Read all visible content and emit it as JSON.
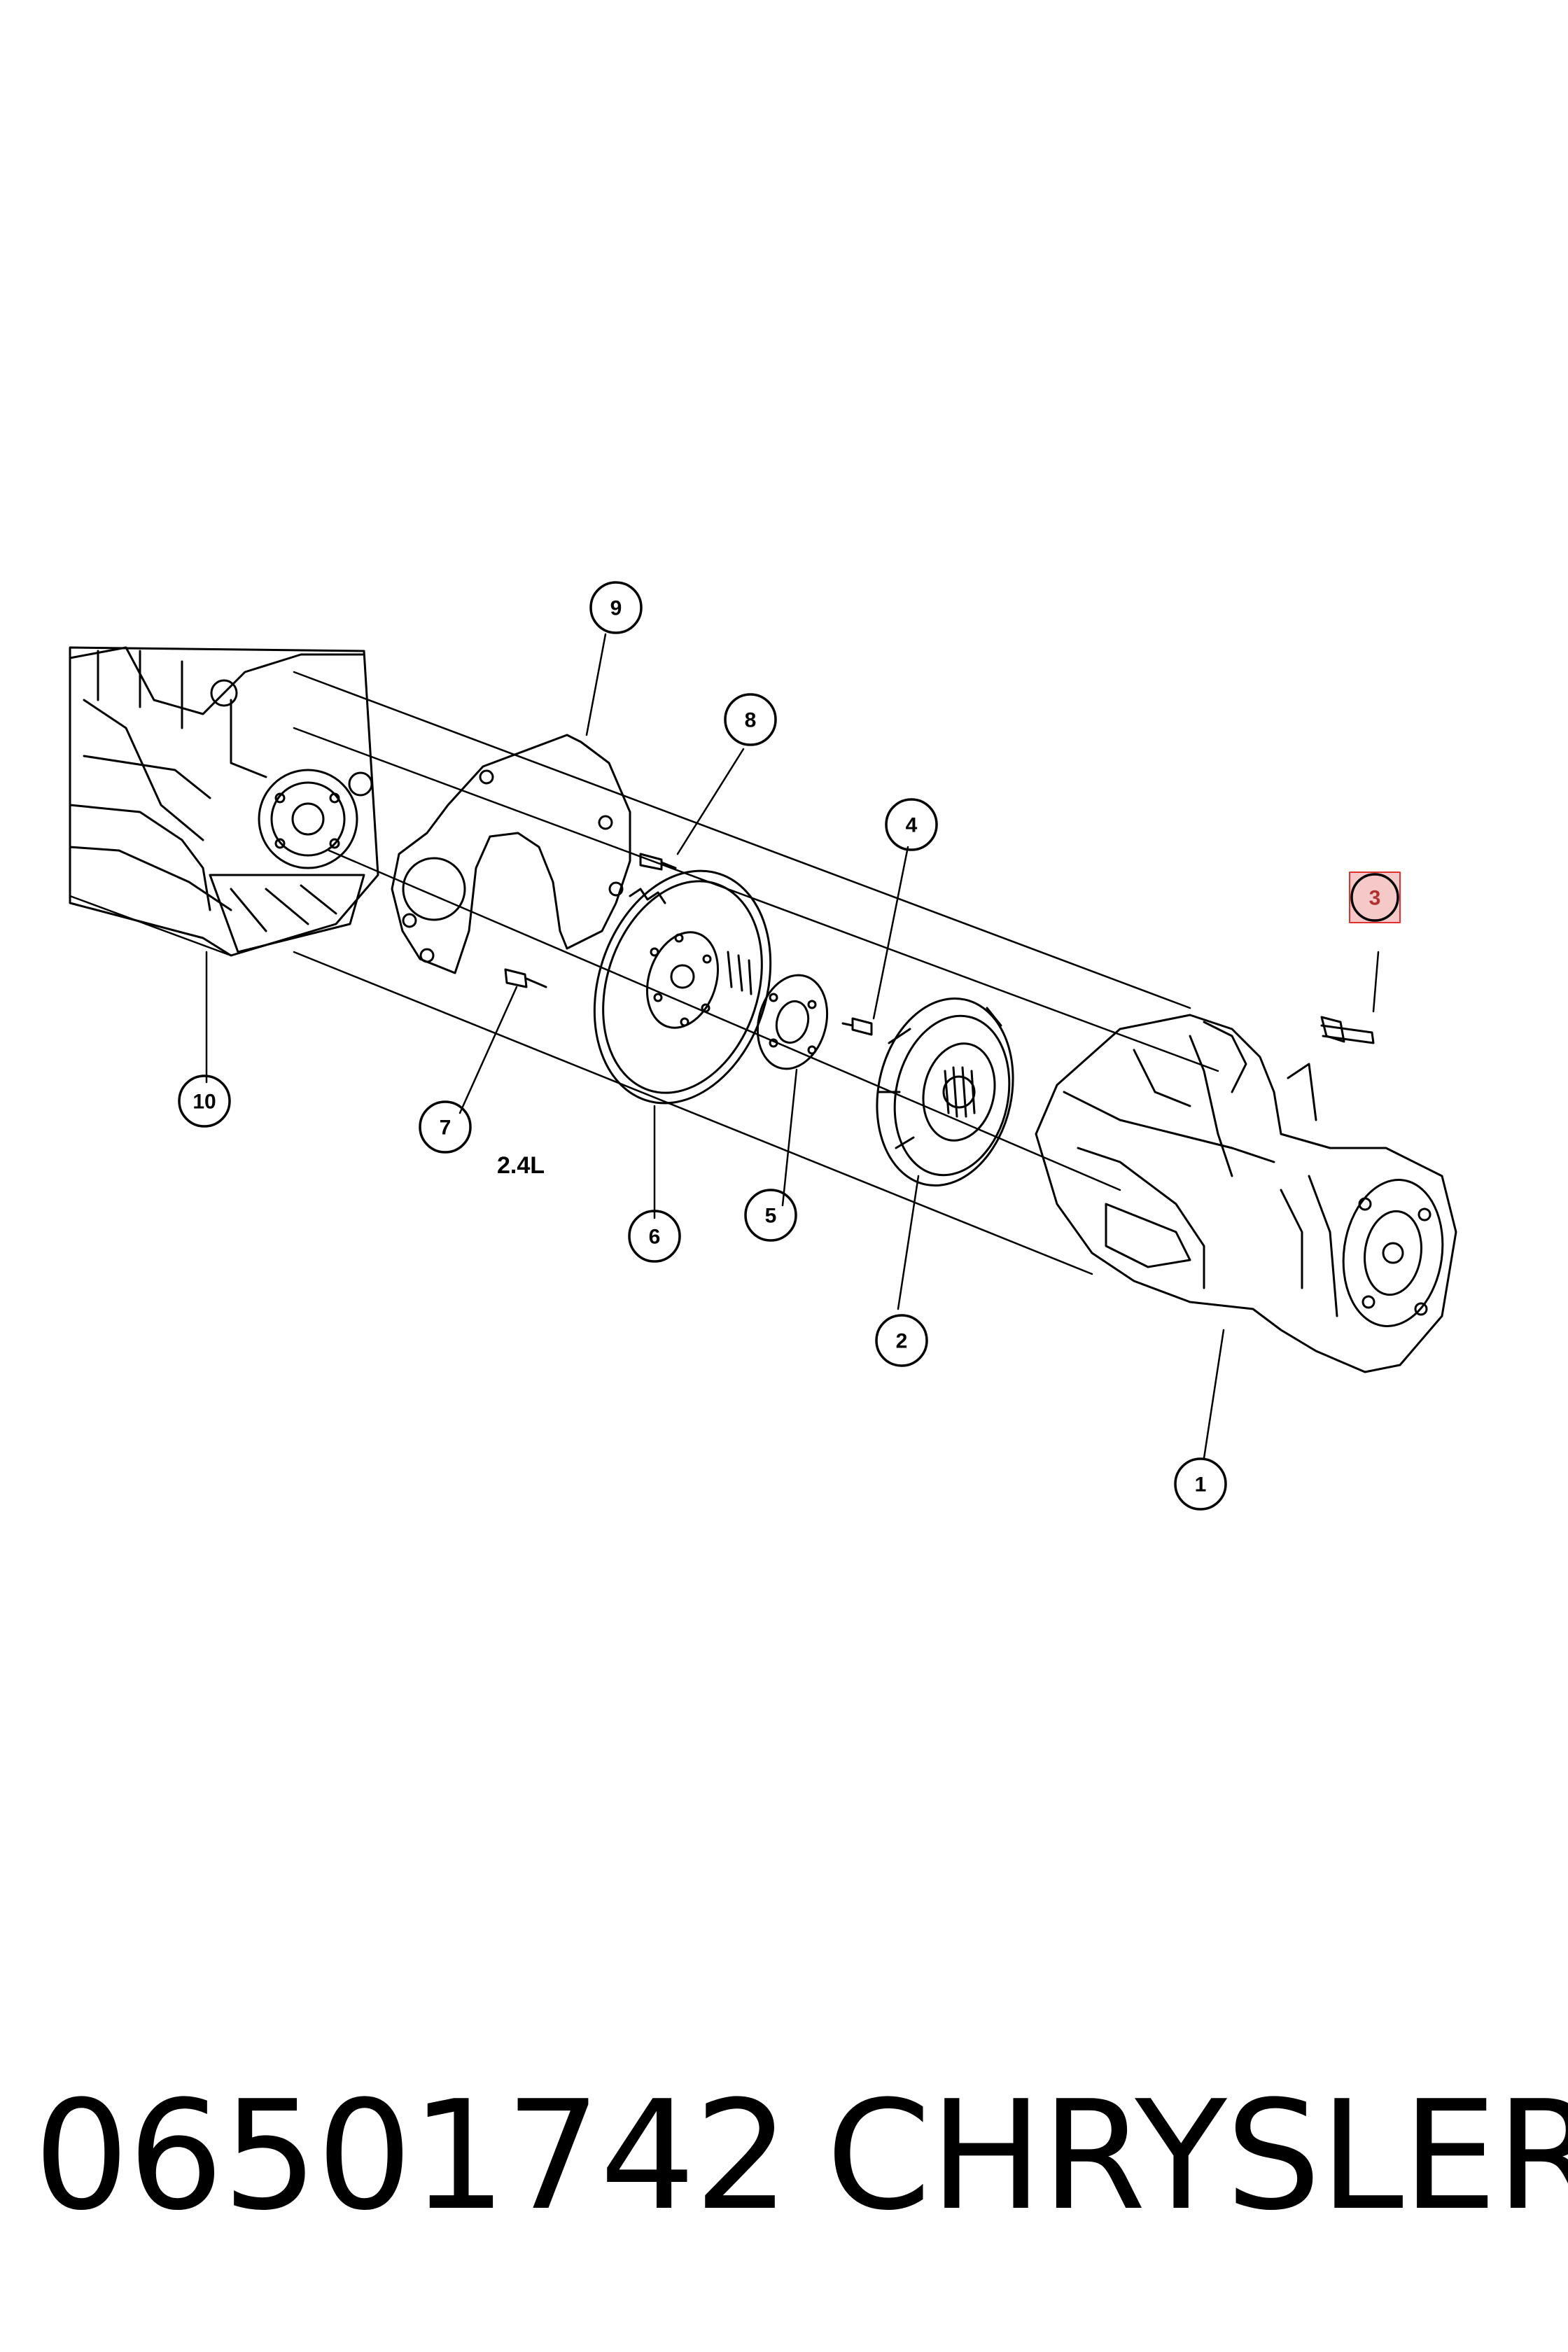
{
  "diagram": {
    "engine_label": "2.4L",
    "callouts": [
      "1",
      "2",
      "3",
      "4",
      "5",
      "6",
      "7",
      "8",
      "9",
      "10"
    ],
    "highlighted_callout": "3",
    "highlight_color": "#e03030"
  },
  "footer": {
    "part_number": "06501742",
    "brand": "CHRYSLER"
  }
}
